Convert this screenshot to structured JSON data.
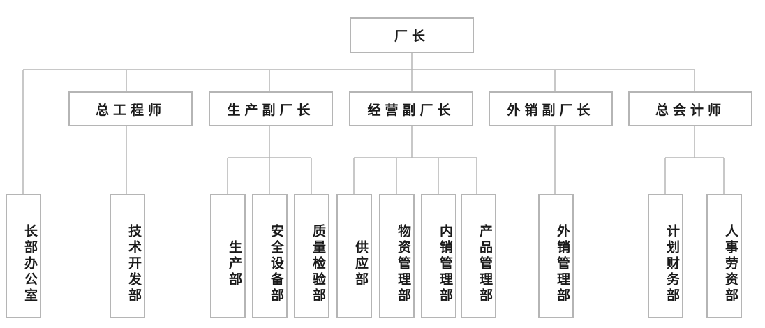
{
  "director": {
    "label": "厂长"
  },
  "direct_office": {
    "label": "长部办公室"
  },
  "deputies": {
    "chief_engineer": {
      "label": "总工程师"
    },
    "production": {
      "label": "生产副厂长"
    },
    "operations": {
      "label": "经营副厂长"
    },
    "export": {
      "label": "外销副厂长"
    },
    "chief_accountant": {
      "label": "总会计师"
    }
  },
  "departments": {
    "tech_dev": "技术开发部",
    "production_dept": "生产部",
    "safety_equipment": "安全设备部",
    "quality_inspection": "质量检验部",
    "supply": "供应部",
    "materials_mgmt": "物资管理部",
    "domestic_sales": "内销管理部",
    "product_mgmt": "产品管理部",
    "export_mgmt": "外销管理部",
    "finance": "计划财务部",
    "hr": "人事劳资部"
  },
  "style": {
    "border_color": "#b5b5b5",
    "line_color": "#b5b5b5",
    "text_color": "#1a1a1a"
  }
}
